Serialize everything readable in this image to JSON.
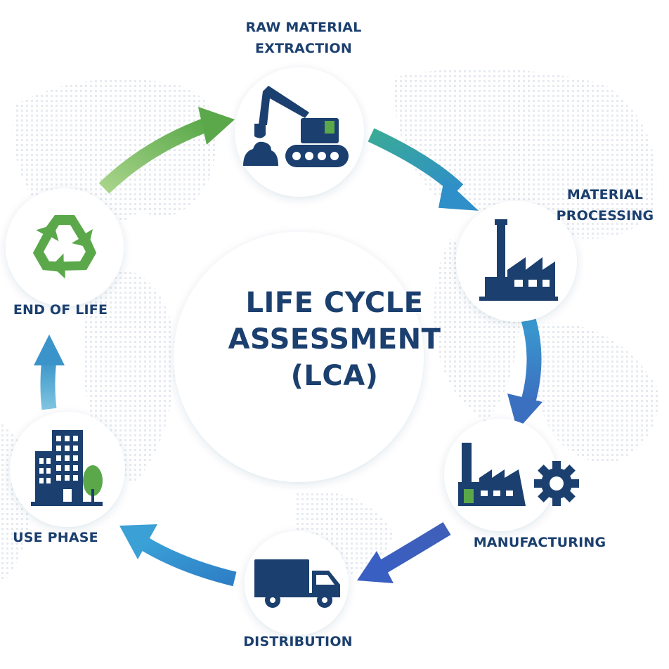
{
  "center": {
    "line1": "LIFE CYCLE",
    "line2": "ASSESSMENT",
    "line3": "(LCA)"
  },
  "stages": {
    "raw_material": {
      "line1": "RAW MATERIAL",
      "line2": "EXTRACTION",
      "icon": "excavator-icon"
    },
    "material_processing": {
      "line1": "MATERIAL",
      "line2": "PROCESSING",
      "icon": "factory-icon"
    },
    "manufacturing": {
      "label": "MANUFACTURING",
      "icon": "factory-gear-icon"
    },
    "distribution": {
      "label": "DISTRIBUTION",
      "icon": "truck-icon"
    },
    "use_phase": {
      "label": "USE PHASE",
      "icon": "building-tree-icon"
    },
    "end_of_life": {
      "label": "END OF LIFE",
      "icon": "recycle-icon"
    }
  },
  "colors": {
    "navy": "#1b3f6e",
    "green": "#5a9e3a",
    "light_green": "#8cc26a",
    "teal": "#2aa6a6",
    "blue": "#3b7dc4",
    "dark_blue": "#3f5fb8",
    "sky": "#3a9bd0"
  }
}
